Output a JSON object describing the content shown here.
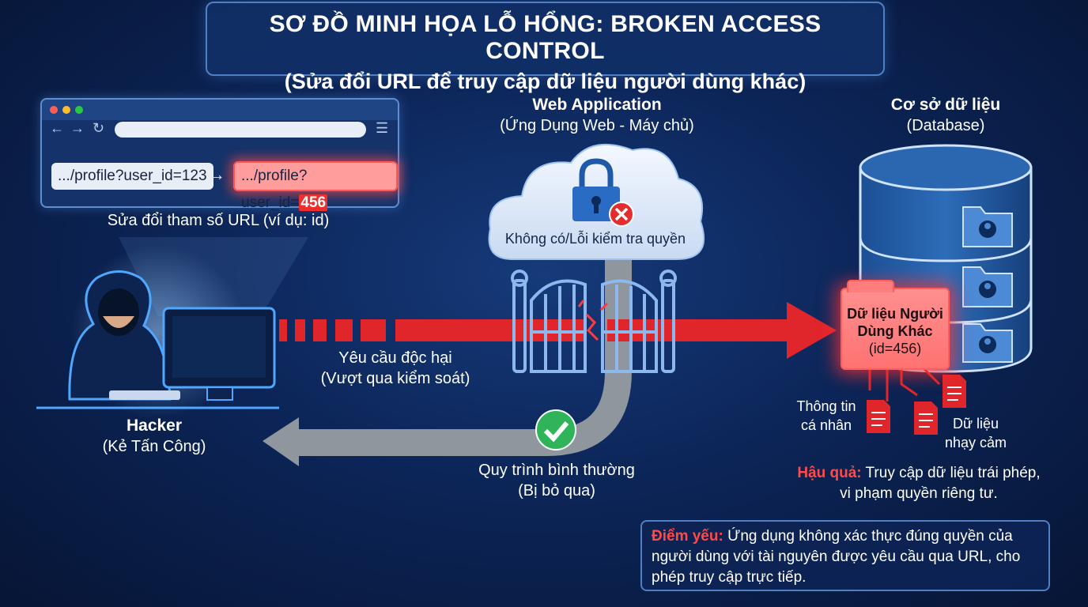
{
  "title": {
    "line1": "SƠ ĐỒ MINH HỌA LỖ HỔNG: BROKEN ACCESS CONTROL",
    "line2": "(Sửa đổi URL để truy cập dữ liệu người dùng khác)"
  },
  "browser": {
    "url_original": ".../profile?user_id=123",
    "url_modified_prefix": ".../profile?user_id=",
    "url_modified_id": "456",
    "caption": "Sửa đổi tham số URL (ví dụ: id)"
  },
  "hacker": {
    "name": "Hacker",
    "subtitle": "(Kẻ Tấn Công)"
  },
  "attack": {
    "line1": "Yêu cầu độc hại",
    "line2": "(Vượt qua kiểm soát)"
  },
  "webapp": {
    "name": "Web Application",
    "subtitle": "(Ứng Dụng Web - Máy chủ)",
    "cloud_text": "Không có/Lỗi kiểm tra quyền"
  },
  "normal_flow": {
    "line1": "Quy trình bình thường",
    "line2": "(Bị bỏ qua)"
  },
  "database": {
    "name": "Cơ sở dữ liệu",
    "subtitle": "(Database)",
    "card_line1": "Dữ liệu Người",
    "card_line2": "Dùng Khác",
    "card_line3": "(id=456)",
    "personal_line1": "Thông tin",
    "personal_line2": "cá nhân",
    "sensitive_line1": "Dữ liệu",
    "sensitive_line2": "nhạy cảm"
  },
  "consequence": {
    "label": "Hậu quả:",
    "text1": "Truy cập dữ liệu trái phép,",
    "text2": "vi phạm quyền riêng tư."
  },
  "weakness": {
    "label": "Điểm yếu:",
    "text": "Ứng dụng không xác thực đúng quyền của người dùng với tài nguyên được yêu cầu qua URL, cho phép truy cập trực tiếp."
  },
  "colors": {
    "attack_red": "#e0262b",
    "accent_blue": "#4f7fc4",
    "success_green": "#2fb45a"
  }
}
